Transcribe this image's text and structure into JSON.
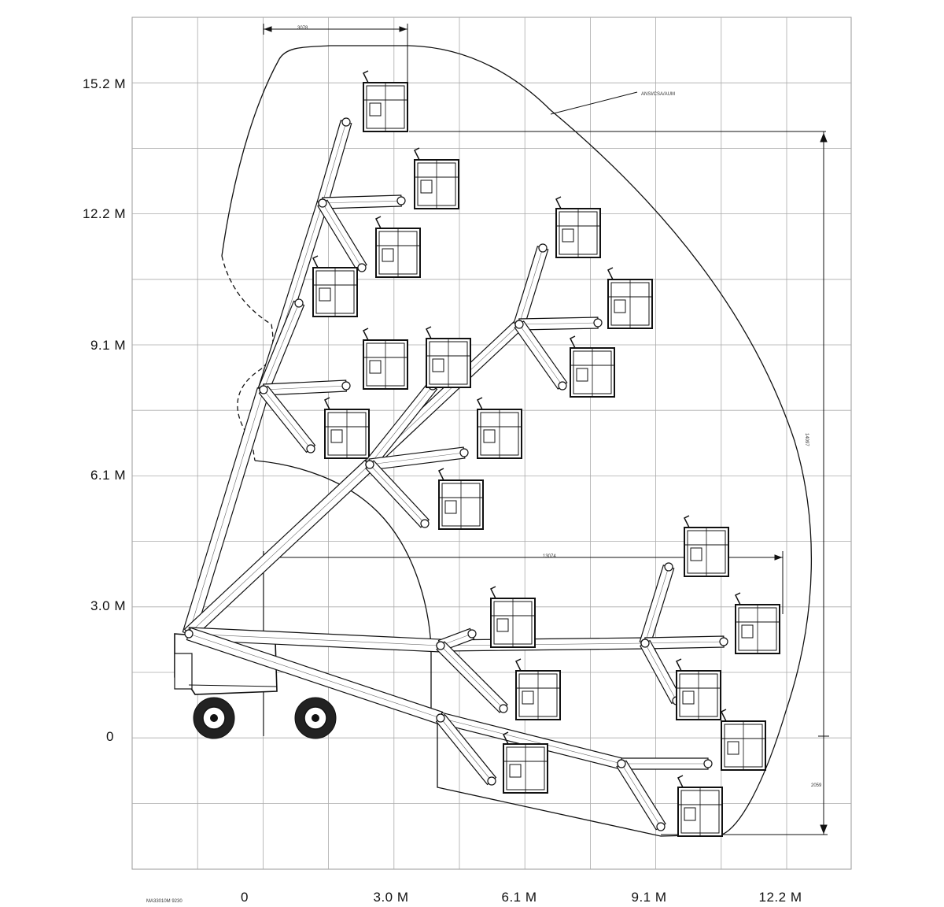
{
  "y_axis_labels": [
    "15.2 M",
    "12.2 M",
    "9.1 M",
    "6.1 M",
    "3.0 M",
    "0"
  ],
  "x_axis_labels": [
    "0",
    "3.0 M",
    "6.1 M",
    "9.1 M",
    "12.2 M"
  ],
  "dimension_labels": {
    "top_width": "3078",
    "envelope": "ANSI/CSA/AUM",
    "max_height": "14097",
    "horizontal_outreach": "13074",
    "below_grade": "2059"
  },
  "drawing_code": "MA33010M 9230"
}
